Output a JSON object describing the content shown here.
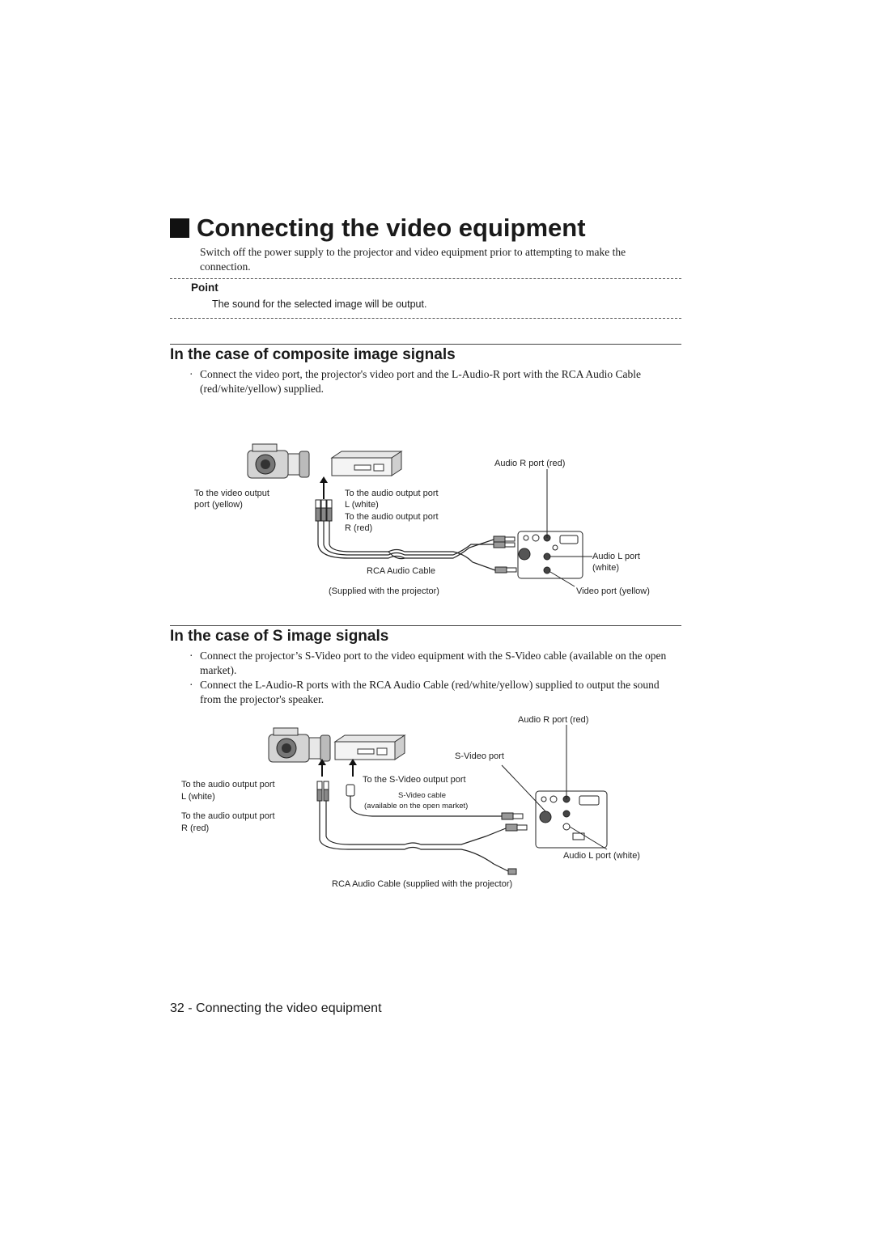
{
  "page": {
    "title": "Connecting the video equipment",
    "intro": "Switch off the power supply to the projector and video equipment prior to attempting to make the connection.",
    "point": {
      "label": "Point",
      "text": "The sound for the selected image will be output."
    },
    "footer": "32 - Connecting the video equipment"
  },
  "composite": {
    "heading": "In the case of composite image signals",
    "bullets": [
      "Connect the video port, the projector's video port and the L-Audio-R port with the RCA Audio Cable (red/white/yellow) supplied."
    ],
    "diagram": {
      "video_out": [
        "To the video output",
        "port (yellow)"
      ],
      "audio_l": [
        "To the audio output port",
        "L (white)"
      ],
      "audio_r": [
        "To the audio output port",
        "R (red)"
      ],
      "cable": "RCA Audio Cable",
      "supplied": "(Supplied with the projector)",
      "audio_r_port": "Audio R port (red)",
      "audio_l_port": [
        "Audio L port",
        "(white)"
      ],
      "video_port": "Video port (yellow)"
    }
  },
  "svideo": {
    "heading": "In the case of S image signals",
    "bullets": [
      "Connect the projector’s S-Video port to the video equipment with the S-Video cable (available on the open market).",
      "Connect the L-Audio-R ports with the RCA Audio Cable (red/white/yellow) supplied  to output the sound from the projector's speaker."
    ],
    "diagram": {
      "audio_r_port": "Audio R port (red)",
      "svideo_port": "S-Video port",
      "svideo_out": "To the S-Video output port",
      "audio_l": [
        "To the audio output port",
        "L (white)"
      ],
      "svideo_cable": [
        "S-Video cable",
        "(available on the open market)"
      ],
      "audio_r": [
        "To the audio output port",
        "R (red)"
      ],
      "audio_l_port": "Audio L port (white)",
      "cable": "RCA Audio Cable (supplied with the projector)"
    }
  }
}
